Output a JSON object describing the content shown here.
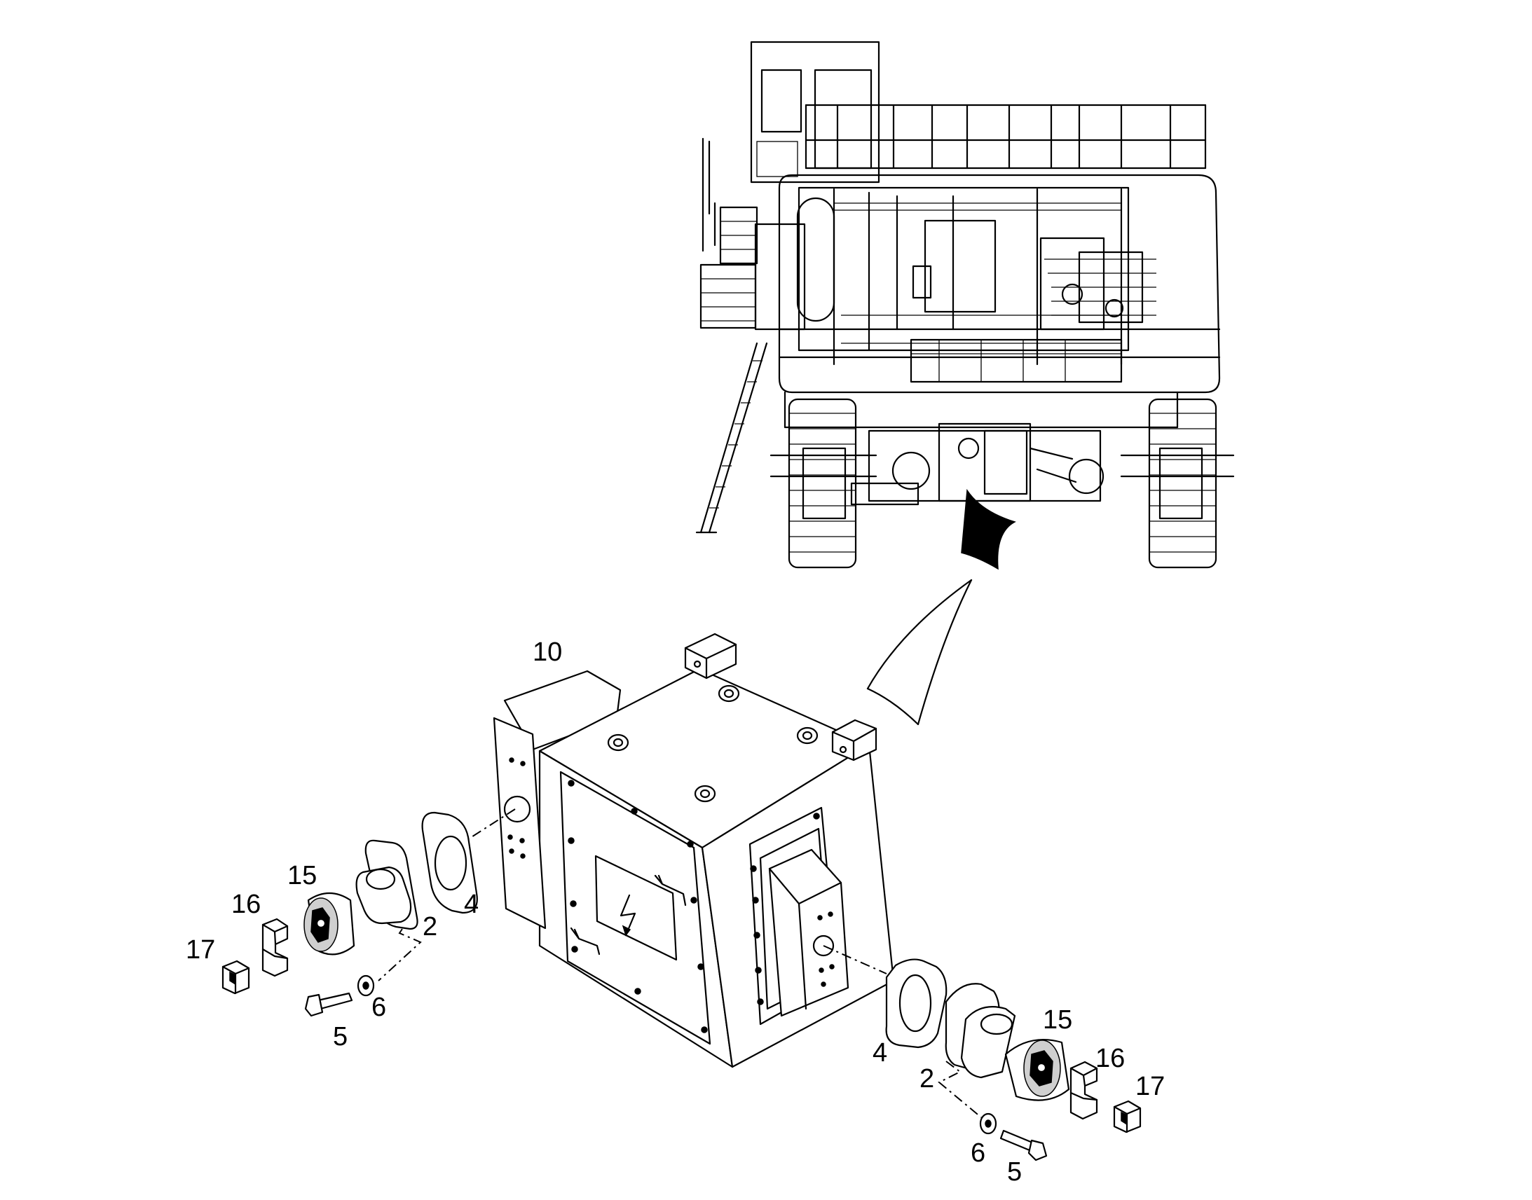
{
  "callouts": {
    "c10": "10",
    "c15l": "15",
    "c16l": "16",
    "c17l": "17",
    "c2l": "2",
    "c4l": "4",
    "c5l": "5",
    "c6l": "6",
    "c4r": "4",
    "c2r": "2",
    "c15r": "15",
    "c16r": "16",
    "c17r": "17",
    "c6r": "6",
    "c5r": "5"
  },
  "icons": {
    "warning_symbol": "lightning-bolt-icon"
  }
}
